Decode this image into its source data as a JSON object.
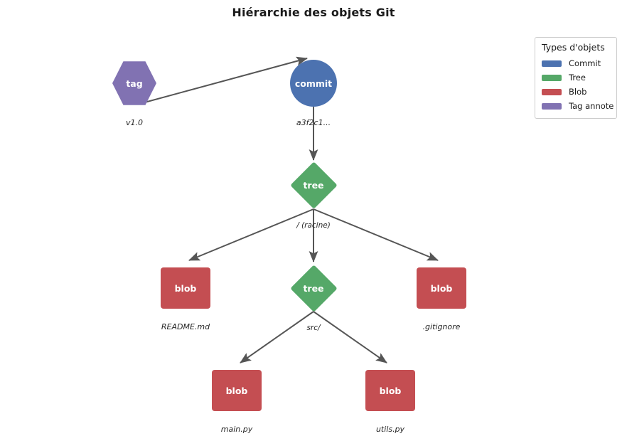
{
  "title": "Hiérarchie des objets Git",
  "colors": {
    "commit": "#4c72b0",
    "tree": "#55a868",
    "blob": "#c44e52",
    "tag": "#8172b2",
    "edge": "#555555",
    "background": "#ffffff",
    "text": "#262626"
  },
  "legend": {
    "title": "Types d'objets",
    "items": [
      {
        "label": "Commit",
        "color": "#4c72b0"
      },
      {
        "label": "Tree",
        "color": "#55a868"
      },
      {
        "label": "Blob",
        "color": "#c44e52"
      },
      {
        "label": "Tag annote",
        "color": "#8172b2"
      }
    ]
  },
  "nodes": [
    {
      "id": "tag",
      "type": "tag",
      "shape": "hexagon",
      "label": "tag",
      "caption": "v1.0"
    },
    {
      "id": "commit",
      "type": "commit",
      "shape": "circle",
      "label": "commit",
      "caption": "a3f2c1..."
    },
    {
      "id": "tree_root",
      "type": "tree",
      "shape": "diamond",
      "label": "tree",
      "caption": ""
    },
    {
      "id": "blob_readme",
      "type": "blob",
      "shape": "square",
      "label": "blob",
      "caption": "README.md"
    },
    {
      "id": "tree_src",
      "type": "tree",
      "shape": "diamond",
      "label": "tree",
      "caption": ""
    },
    {
      "id": "blob_gitignore",
      "type": "blob",
      "shape": "square",
      "label": "blob",
      "caption": ".gitignore"
    },
    {
      "id": "blob_main",
      "type": "blob",
      "shape": "square",
      "label": "blob",
      "caption": "main.py"
    },
    {
      "id": "blob_utils",
      "type": "blob",
      "shape": "square",
      "label": "blob",
      "caption": "utils.py"
    }
  ],
  "edge_labels": {
    "root_tree": "/ (racine)",
    "src_tree": "src/"
  }
}
